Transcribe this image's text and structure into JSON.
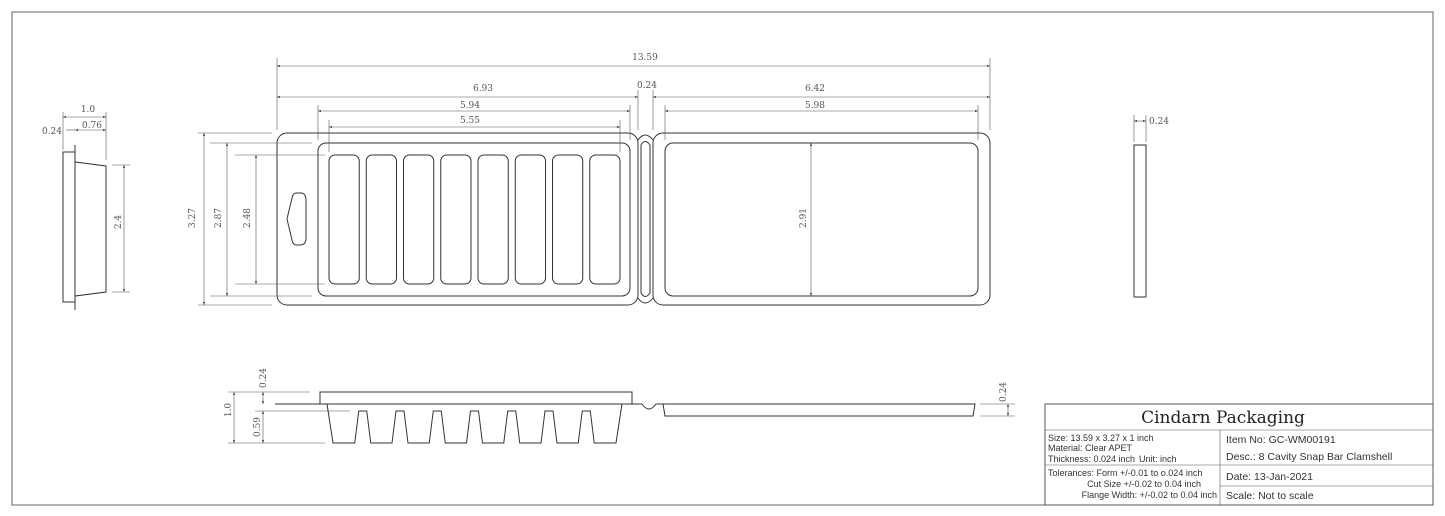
{
  "drawing": {
    "top_view": {
      "overall_length": "13.59",
      "blister_panel_length": "6.93",
      "hinge_width": "0.24",
      "lid_panel_length": "6.42",
      "blister_flange_inner_length": "5.94",
      "cavity_span_length": "5.55",
      "lid_inner_length": "5.98",
      "overall_height": "3.27",
      "flange_inner_height": "2.87",
      "cavity_height": "2.48",
      "lid_inner_height": "2.91",
      "cavity_count": 8
    },
    "side_view_left": {
      "depth": "1.0",
      "cavity_depth": "0.76",
      "flange": "0.24",
      "cavity_height": "2.4"
    },
    "side_view_right": {
      "lid_depth": "0.24"
    },
    "section_view": {
      "total_depth": "1.0",
      "flange_depth": "0.24",
      "cavity_depth": "0.59",
      "lid_depth": "0.24"
    }
  },
  "title_block": {
    "company": "Cindarn Packaging",
    "size": "Size: 13.59 x 3.27 x 1 inch",
    "material": "Material: Clear APET",
    "thickness": "Thickness: 0.024 inch",
    "unit": "Unit: inch",
    "tolerance_form": "Tolerances: Form +/-0.01 to o.024 inch",
    "tolerance_cut": "Cut Size +/-0.02 to 0.04 inch",
    "tolerance_flange": "Flange Width: +/-0.02 to 0.04 inch",
    "item_no": "Item No: GC-WM00191",
    "desc": "Desc.: 8 Cavity Snap Bar Clamshell",
    "date": "Date: 13-Jan-2021",
    "scale": "Scale: Not to scale"
  }
}
